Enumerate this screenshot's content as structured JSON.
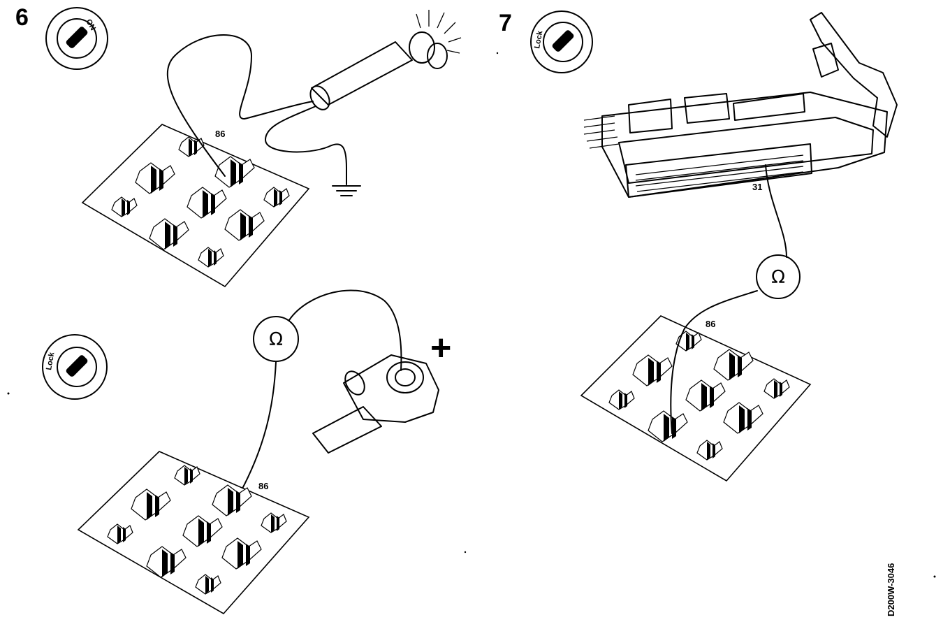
{
  "panels": [
    {
      "id": "panel-6",
      "step": "6",
      "switch": "ON",
      "pin": "86",
      "meter": ""
    },
    {
      "id": "panel-6b",
      "step": "",
      "switch": "Lock",
      "pin": "86",
      "meter": "Ω",
      "extra": "+"
    },
    {
      "id": "panel-7",
      "step": "7",
      "switch": "Lock",
      "pin": "86",
      "connector_pin": "31",
      "meter": "Ω"
    }
  ],
  "document_id": "D200W-3046"
}
